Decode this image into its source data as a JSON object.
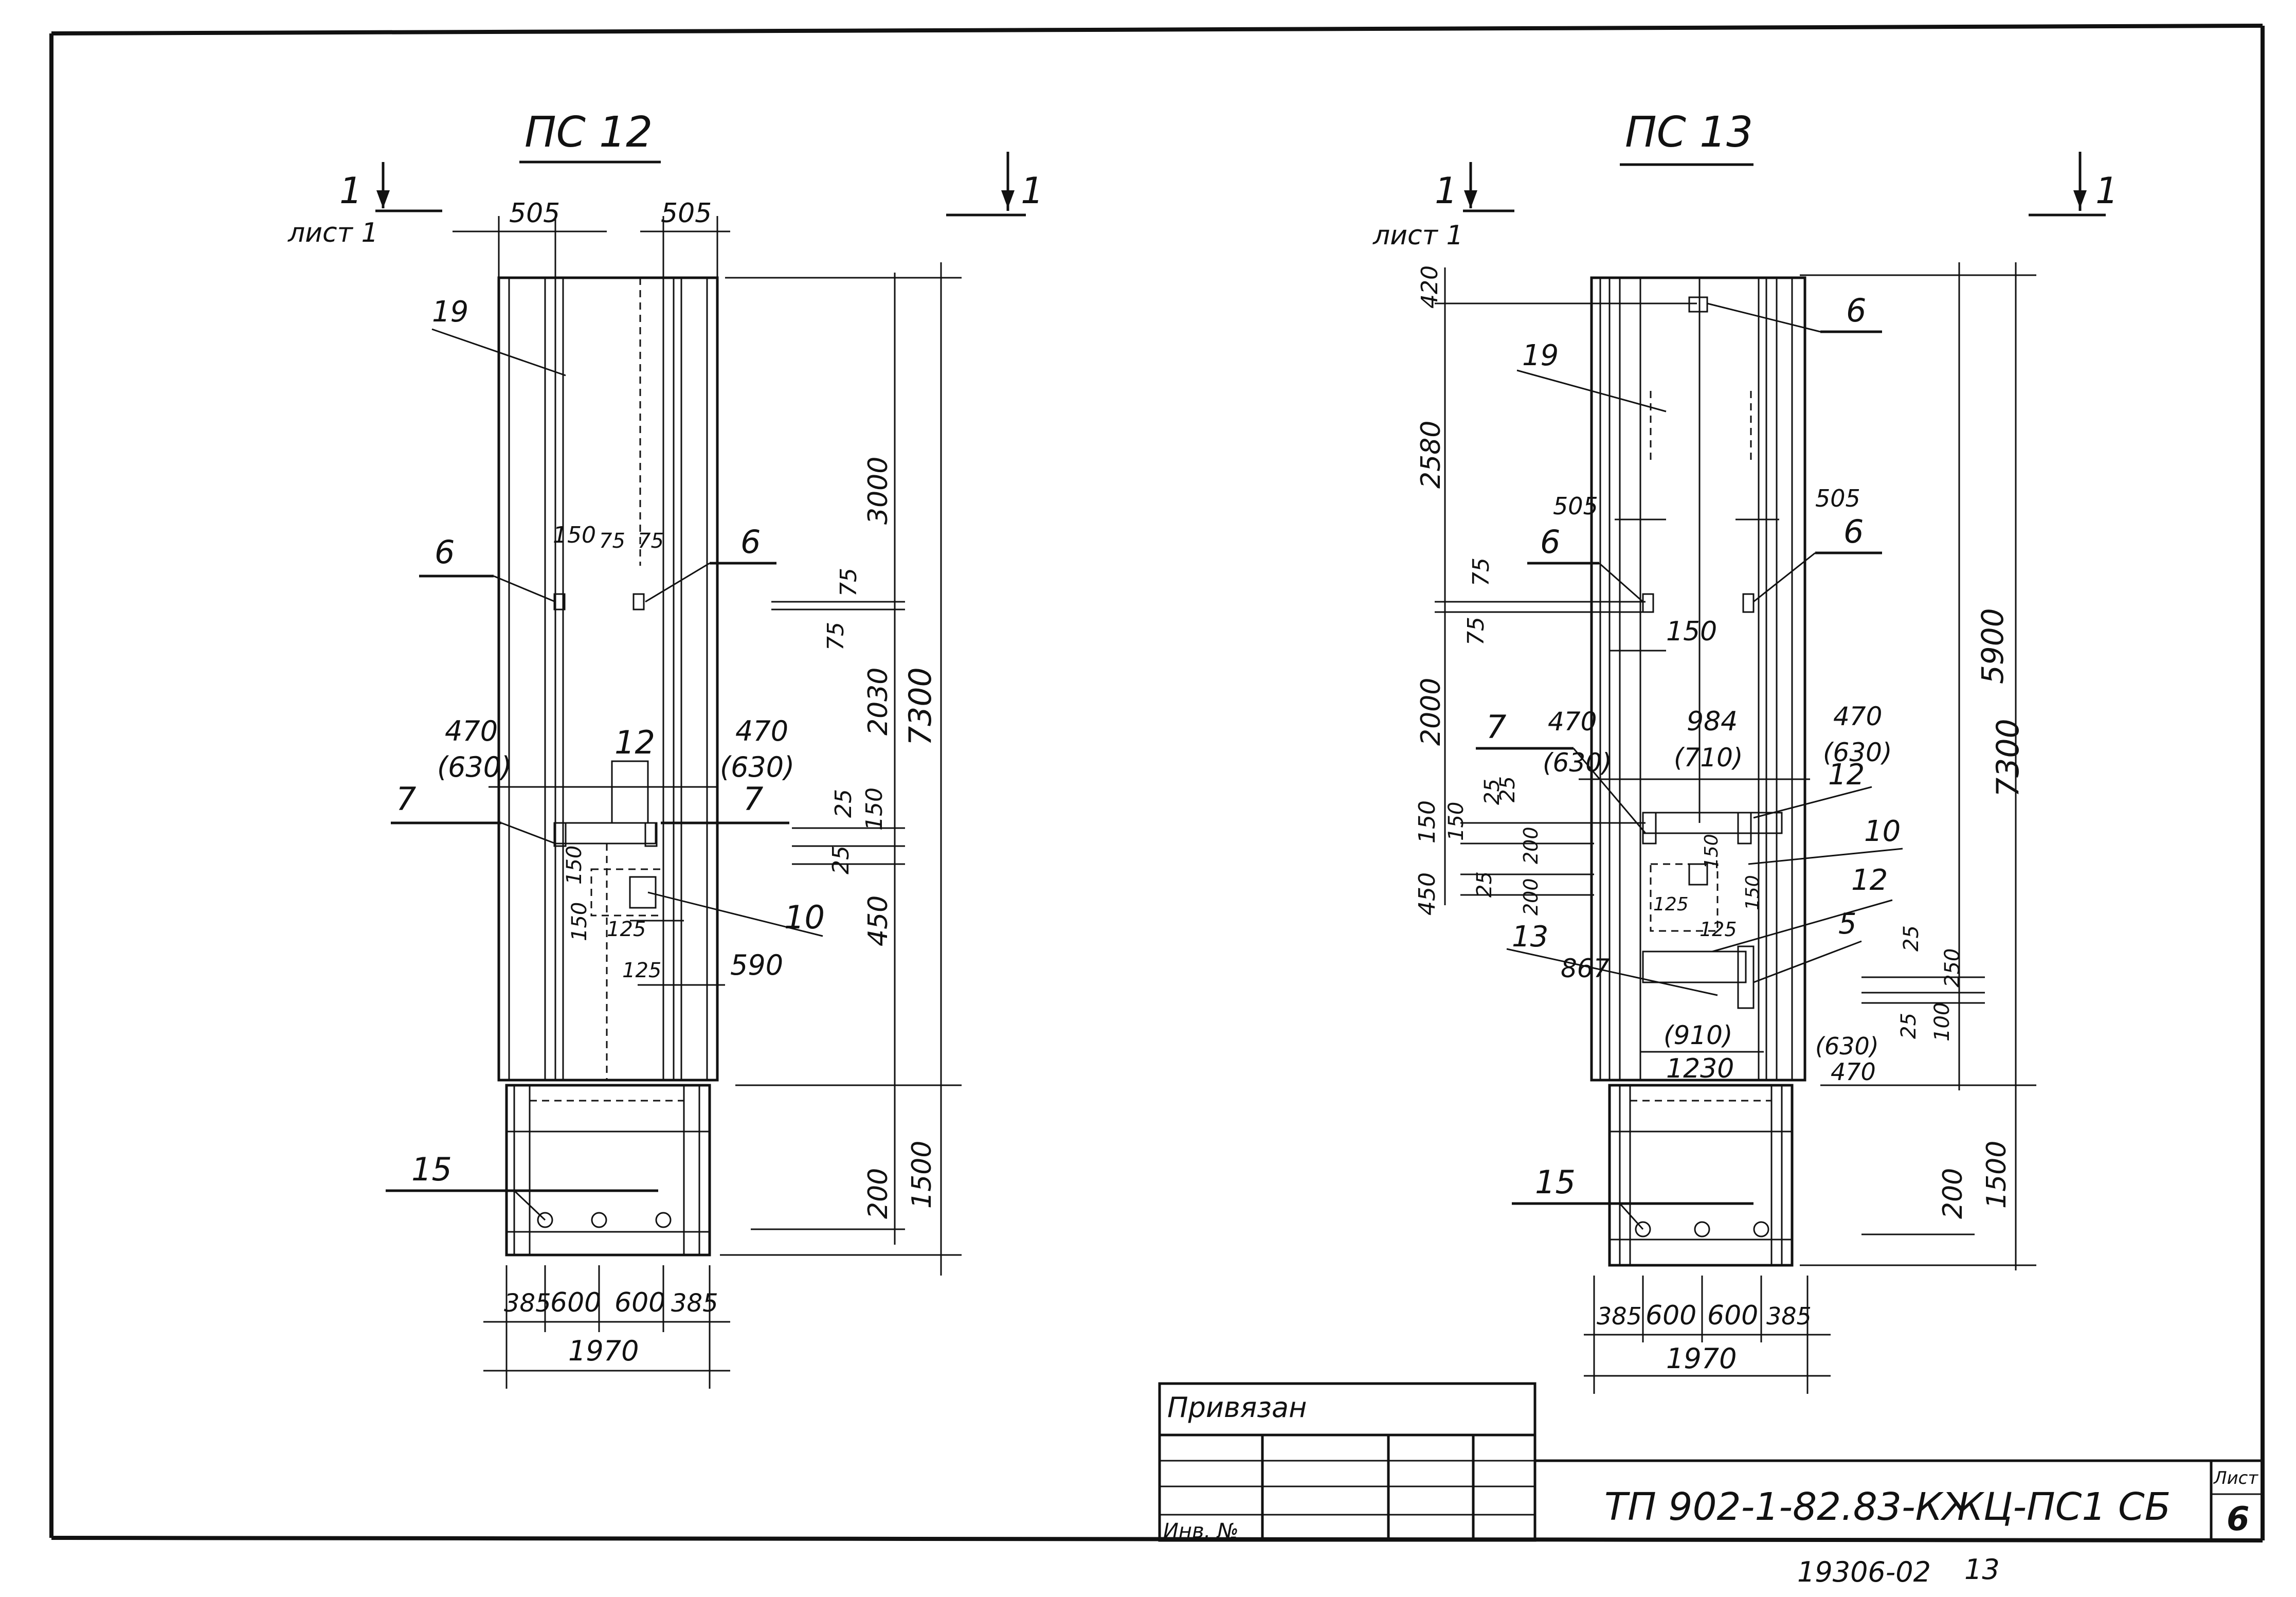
{
  "panels": [
    {
      "title": "ПС 12",
      "section_left": "1",
      "section_sheet": "лист 1",
      "section_right": "1",
      "top_dims": [
        "505",
        "505"
      ],
      "right_dims": [
        "3000",
        "75",
        "75",
        "2030",
        "25",
        "150",
        "25",
        "450",
        "7300",
        "200",
        "1500"
      ],
      "inner_dims": [
        "150",
        "75",
        "75",
        "470",
        "(630)",
        "470",
        "(630)",
        "150",
        "150",
        "125",
        "125",
        "590"
      ],
      "callouts": [
        "19",
        "6",
        "6",
        "12",
        "7",
        "7",
        "10",
        "15"
      ],
      "bottom_dims": [
        "385",
        "600",
        "600",
        "385",
        "1970"
      ]
    },
    {
      "title": "ПС 13",
      "section_left": "1",
      "section_sheet": "лист 1",
      "section_right": "1",
      "left_dims": [
        "420",
        "2580",
        "75",
        "75",
        "2000",
        "150",
        "25",
        "450",
        "25",
        "200",
        "200",
        "150",
        "25"
      ],
      "right_dims": [
        "5900",
        "7300",
        "25",
        "250",
        "25",
        "100",
        "200",
        "1500"
      ],
      "inner_dims": [
        "505",
        "505",
        "150",
        "470",
        "(630)",
        "984",
        "(710)",
        "470",
        "(630)",
        "125",
        "150",
        "125",
        "150",
        "867",
        "(910)",
        "1230",
        "(630)",
        "470"
      ],
      "callouts": [
        "6",
        "19",
        "6",
        "6",
        "7",
        "12",
        "10",
        "12",
        "13",
        "5",
        "15"
      ],
      "bottom_dims": [
        "385",
        "600",
        "600",
        "385",
        "1970"
      ]
    }
  ],
  "stamp": {
    "bound_label": "Привязан",
    "inv_label": "Инв. №",
    "doc_code": "ТП 902-1-82.83-КЖЦ-ПС1 СБ",
    "sheet_label": "Лист",
    "sheet_number": "6",
    "archive_number": "19306-02",
    "page_number": "13"
  }
}
